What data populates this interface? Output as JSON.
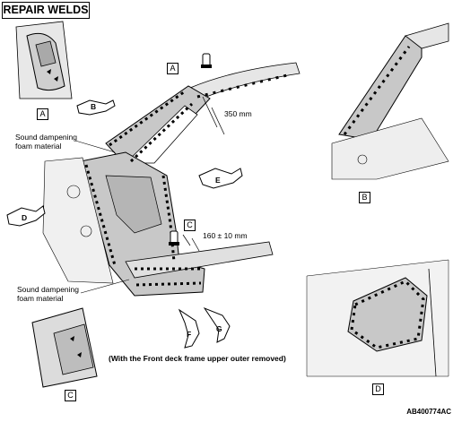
{
  "title": "REPAIR WELDS",
  "callouts": {
    "sound_dampening_top": [
      "Sound dampening",
      "foam material"
    ],
    "sound_dampening_bottom": [
      "Sound dampening",
      "foam material"
    ],
    "dim_350": "350 mm",
    "dim_160": "160 ± 10 mm",
    "note": "(With the Front deck frame upper outer removed)"
  },
  "view_labels": {
    "a": "A",
    "b": "B",
    "c": "C",
    "d": "D"
  },
  "view_markers": {
    "a": "A",
    "c": "C"
  },
  "arrows": {
    "b": "B",
    "d": "D",
    "e": "E",
    "f": "F",
    "g": "G"
  },
  "figure_code": "AB400774AC",
  "colors": {
    "panel": "#c8c8c8",
    "panel_dark": "#9a9a9a",
    "line": "#000000",
    "weld": "#000000"
  }
}
